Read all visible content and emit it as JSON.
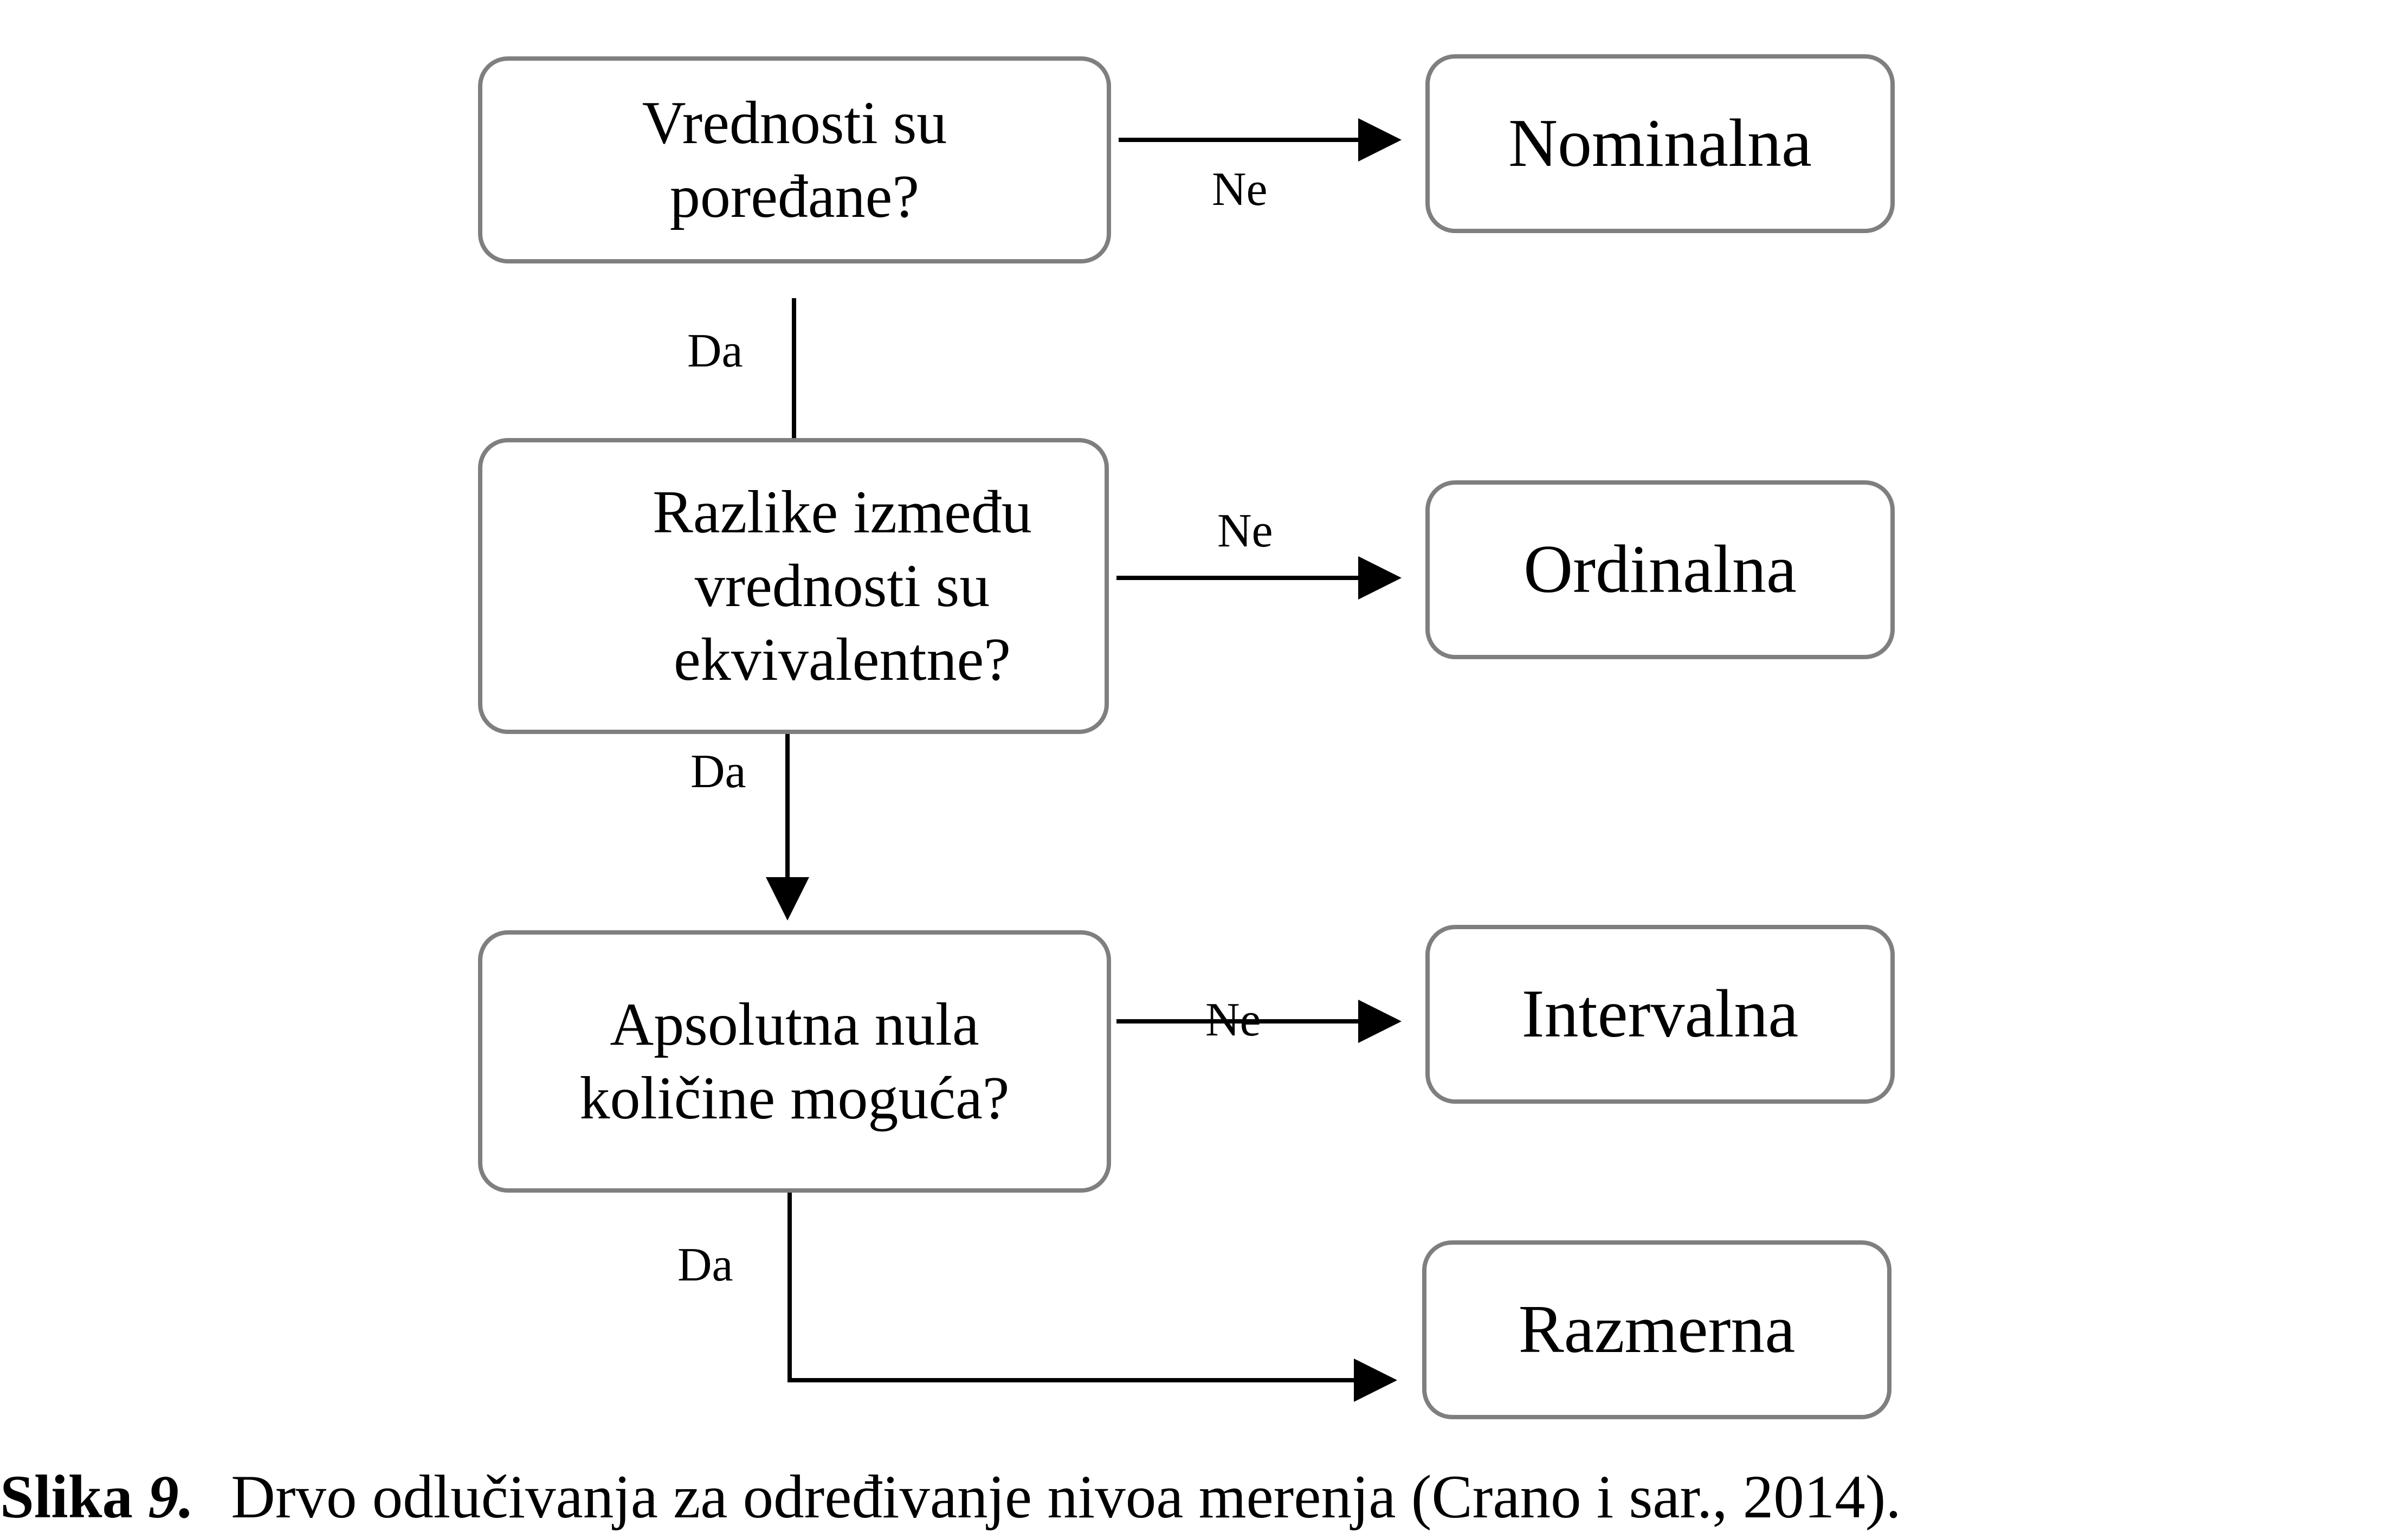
{
  "diagram": {
    "questions": [
      {
        "id": "q1",
        "text": "Vrednosti su\npoređane?"
      },
      {
        "id": "q2",
        "text": "Razlike između\nvrednosti su\nekvivalentne?"
      },
      {
        "id": "q3",
        "text": "Apsolutna nula\nkoličine moguća?"
      }
    ],
    "results": [
      {
        "id": "r1",
        "text": "Nominalna"
      },
      {
        "id": "r2",
        "text": "Ordinalna"
      },
      {
        "id": "r3",
        "text": "Intervalna"
      },
      {
        "id": "r4",
        "text": "Razmerna"
      }
    ],
    "edges": [
      {
        "from": "q1",
        "to": "r1",
        "label": "Ne"
      },
      {
        "from": "q1",
        "to": "q2",
        "label": "Da"
      },
      {
        "from": "q2",
        "to": "r2",
        "label": "Ne"
      },
      {
        "from": "q2",
        "to": "q3",
        "label": "Da"
      },
      {
        "from": "q3",
        "to": "r3",
        "label": "Ne"
      },
      {
        "from": "q3",
        "to": "r4",
        "label": "Da"
      }
    ],
    "line_color": "#000000",
    "box_border_color": "#7f7f7f"
  },
  "caption": {
    "label_bold": "Slika",
    "label_italic": "9.",
    "text": "Drvo odlučivanja za određivanje nivoa merenja (Crano i sar., 2014)."
  }
}
